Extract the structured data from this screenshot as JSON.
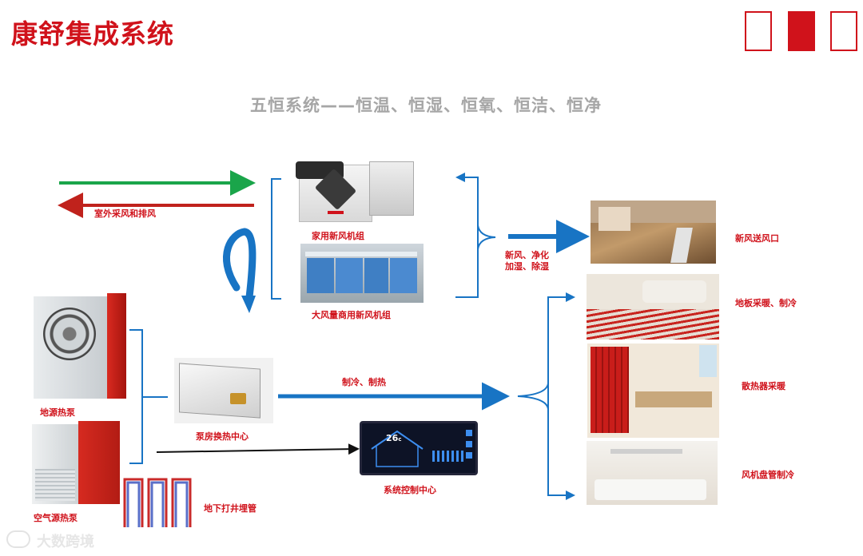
{
  "header": {
    "title": "康舒集成系统"
  },
  "subtitle": "五恒系统——恒温、恒湿、恒氧、恒洁、恒净",
  "colors": {
    "brand_red": "#d0121b",
    "arrow_blue": "#1874c4",
    "arrow_green": "#1aa54a",
    "arrow_red": "#c0221c"
  },
  "labels": {
    "outdoor_air": "室外采风和排风",
    "home_unit": "家用新风机组",
    "commercial_unit": "大风量商用新风机组",
    "fresh_air_functions_1": "新风、净化",
    "fresh_air_functions_2": "加湿、除湿",
    "fresh_air_outlet": "新风送风口",
    "floor_heating": "地板采暖、制冷",
    "radiator": "散热器采暖",
    "fan_coil": "风机盘管制冷",
    "ground_source": "地源热泵",
    "air_source": "空气源热泵",
    "pump_room": "泵房换热中心",
    "cool_heat": "制冷、制热",
    "control_center": "系统控制中心",
    "well_pipe": "地下打井埋管"
  },
  "control_panel": {
    "temp": "26",
    "unit": "c"
  },
  "watermark": "大数跨境"
}
